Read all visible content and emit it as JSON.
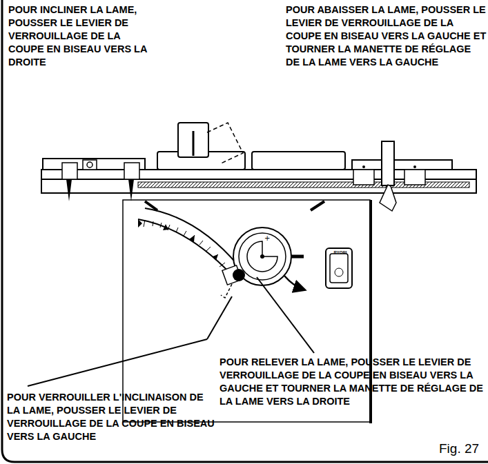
{
  "diagram": {
    "caption": "Fig. 27",
    "labels": [
      "POUR INCLINER LA LAME, POUSSER LE LEVIER DE VERROUILLAGE DE LA COUPE EN BISEAU VERS LA DROITE",
      "POUR ABAISSER LA LAME, POUSSER LE LEVIER DE VERROUILLAGE DE LA COUPE EN BISEAU VERS LA GAUCHE ET TOURNER LA MANETTE DE RÉGLAGE DE LA LAME VERS LA GAUCHE",
      "POUR VERROUILLER L'INCLINAISON DE LA LAME, POUSSER LE LEVIER DE VERROUILLAGE DE LA COUPE EN BISEAU VERS LA GAUCHE",
      "POUR RELEVER LA LAME, POUSSER LE LEVIER DE VERROUILLAGE DE LA COUPE EN BISEAU VERS LA GAUCHE ET TOURNER LA MANETTE DE RÉGLAGE DE LA LAME VERS LA DROITE",
      "RYOBI"
    ]
  }
}
